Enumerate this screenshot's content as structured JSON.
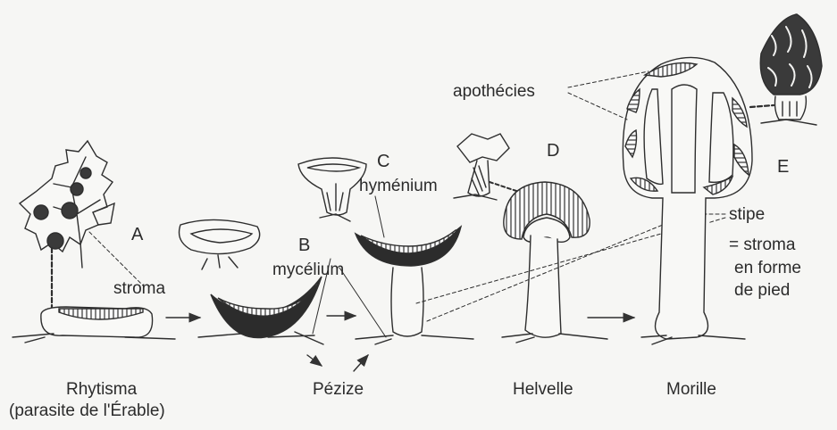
{
  "letters": {
    "a": "A",
    "b": "B",
    "c": "C",
    "d": "D",
    "e": "E"
  },
  "labels": {
    "stroma": "stroma",
    "mycelium": "mycélium",
    "hymenium": "hyménium",
    "apothecies": "apothécies",
    "stipe": "stipe",
    "stipe_note_1": "= stroma",
    "stipe_note_2": "en forme",
    "stipe_note_3": "de pied"
  },
  "captions": {
    "rhytisma_1": "Rhytisma",
    "rhytisma_2": "(parasite de l'Érable)",
    "pezize": "Pézize",
    "helvelle": "Helvelle",
    "morille": "Morille"
  }
}
